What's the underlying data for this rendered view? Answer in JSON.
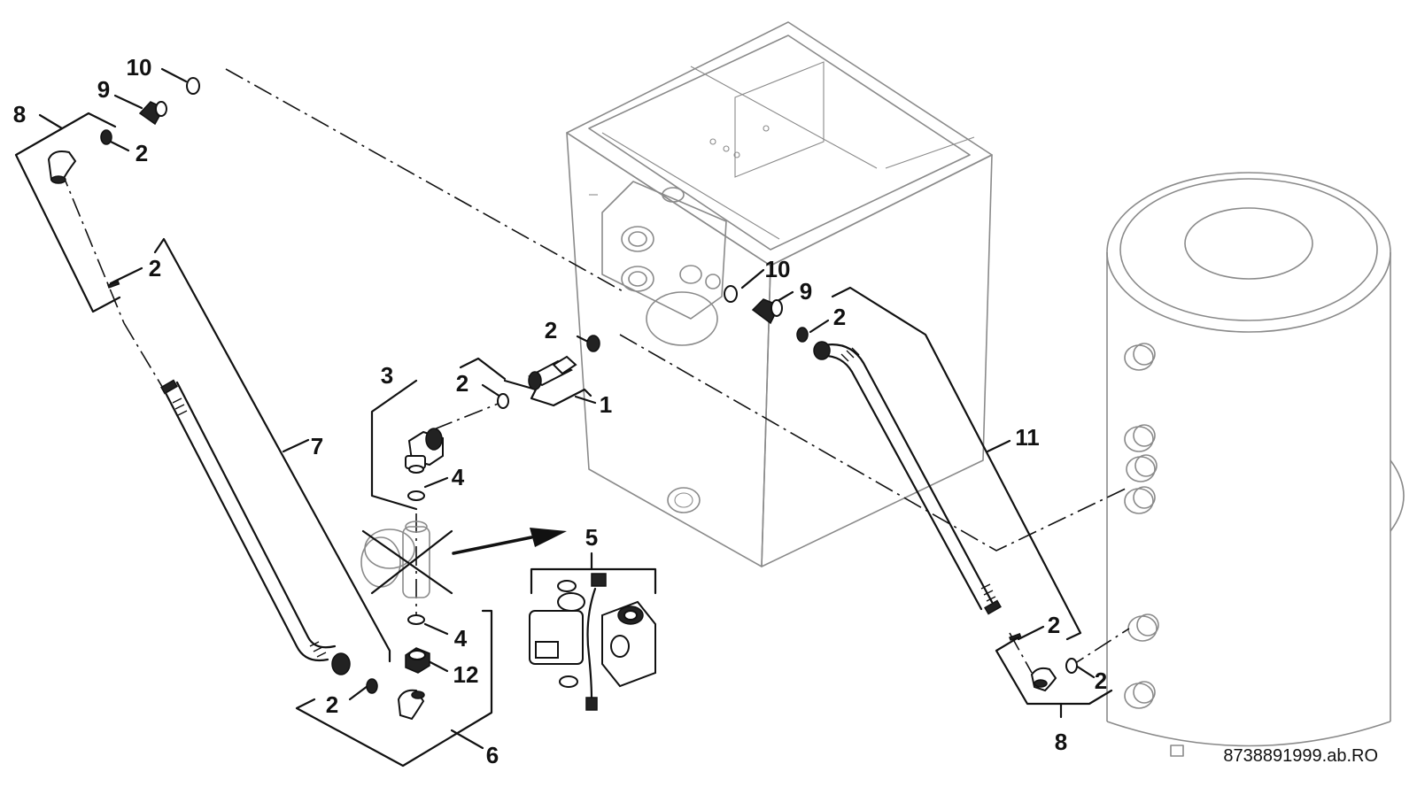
{
  "diagram": {
    "document_reference": "8738891999.ab.RO",
    "callouts": [
      {
        "id": "c10a",
        "label": "10"
      },
      {
        "id": "c9a",
        "label": "9"
      },
      {
        "id": "c8a",
        "label": "8"
      },
      {
        "id": "c2a",
        "label": "2"
      },
      {
        "id": "c2b",
        "label": "2"
      },
      {
        "id": "c7",
        "label": "7"
      },
      {
        "id": "c3",
        "label": "3"
      },
      {
        "id": "c2c",
        "label": "2"
      },
      {
        "id": "c2d",
        "label": "2"
      },
      {
        "id": "c1",
        "label": "1"
      },
      {
        "id": "c4a",
        "label": "4"
      },
      {
        "id": "c5",
        "label": "5"
      },
      {
        "id": "c4b",
        "label": "4"
      },
      {
        "id": "c12",
        "label": "12"
      },
      {
        "id": "c2e",
        "label": "2"
      },
      {
        "id": "c6",
        "label": "6"
      },
      {
        "id": "c10b",
        "label": "10"
      },
      {
        "id": "c9b",
        "label": "9"
      },
      {
        "id": "c2f",
        "label": "2"
      },
      {
        "id": "c11",
        "label": "11"
      },
      {
        "id": "c2g",
        "label": "2"
      },
      {
        "id": "c2h",
        "label": "2"
      },
      {
        "id": "c8b",
        "label": "8"
      }
    ]
  }
}
